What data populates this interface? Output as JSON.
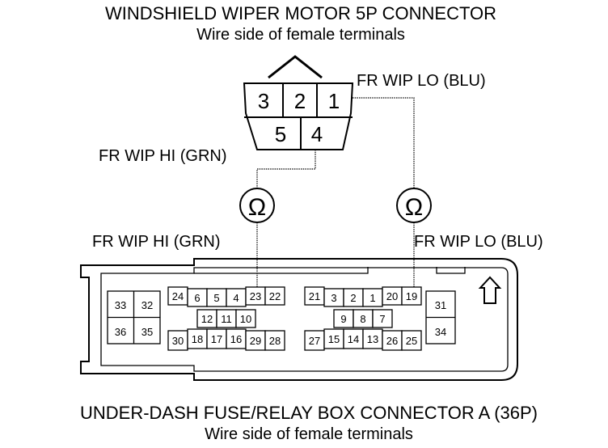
{
  "top_connector": {
    "title": "WINDSHIELD WIPER MOTOR 5P CONNECTOR",
    "subtitle": "Wire side of female terminals",
    "pins_top": [
      "3",
      "2",
      "1"
    ],
    "pins_bottom": [
      "5",
      "4"
    ]
  },
  "wires": {
    "lo_top": "FR WIP LO (BLU)",
    "hi_top": "FR WIP HI (GRN)",
    "hi_bottom": "FR WIP HI (GRN)",
    "lo_bottom": "FR WIP LO (BLU)"
  },
  "meters": {
    "symbol": "Ω"
  },
  "bottom_connector": {
    "title": "UNDER-DASH FUSE/RELAY BOX CONNECTOR A (36P)",
    "subtitle": "Wire side of female terminals",
    "left_block": [
      "33",
      "32",
      "36",
      "35"
    ],
    "center_left_top": [
      "24",
      "6",
      "5",
      "4",
      "23",
      "22"
    ],
    "center_left_mid": [
      "12",
      "11",
      "10"
    ],
    "center_left_bottom": [
      "30",
      "18",
      "17",
      "16",
      "29",
      "28"
    ],
    "center_right_top": [
      "21",
      "3",
      "2",
      "1",
      "20",
      "19"
    ],
    "center_right_mid": [
      "9",
      "8",
      "7"
    ],
    "center_right_bottom": [
      "27",
      "15",
      "14",
      "13",
      "26",
      "25"
    ],
    "right_block": [
      "31",
      "34"
    ]
  }
}
